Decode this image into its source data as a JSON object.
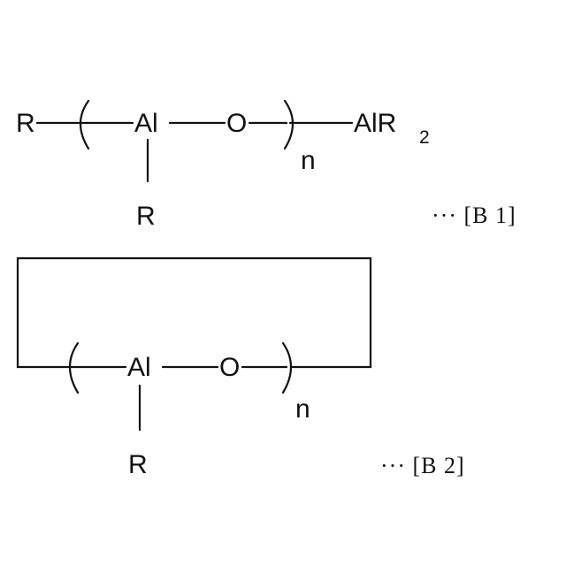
{
  "formula_b1": {
    "left_group": "R",
    "repeat_metal": "Al",
    "repeat_oxygen": "O",
    "repeat_subscript": "n",
    "pendant_group": "R",
    "end_group": "AlR",
    "end_group_subscript": "2",
    "label": "··· [B 1]"
  },
  "formula_b2": {
    "repeat_metal": "Al",
    "repeat_oxygen": "O",
    "repeat_subscript": "n",
    "pendant_group": "R",
    "label": "··· [B 2]"
  }
}
